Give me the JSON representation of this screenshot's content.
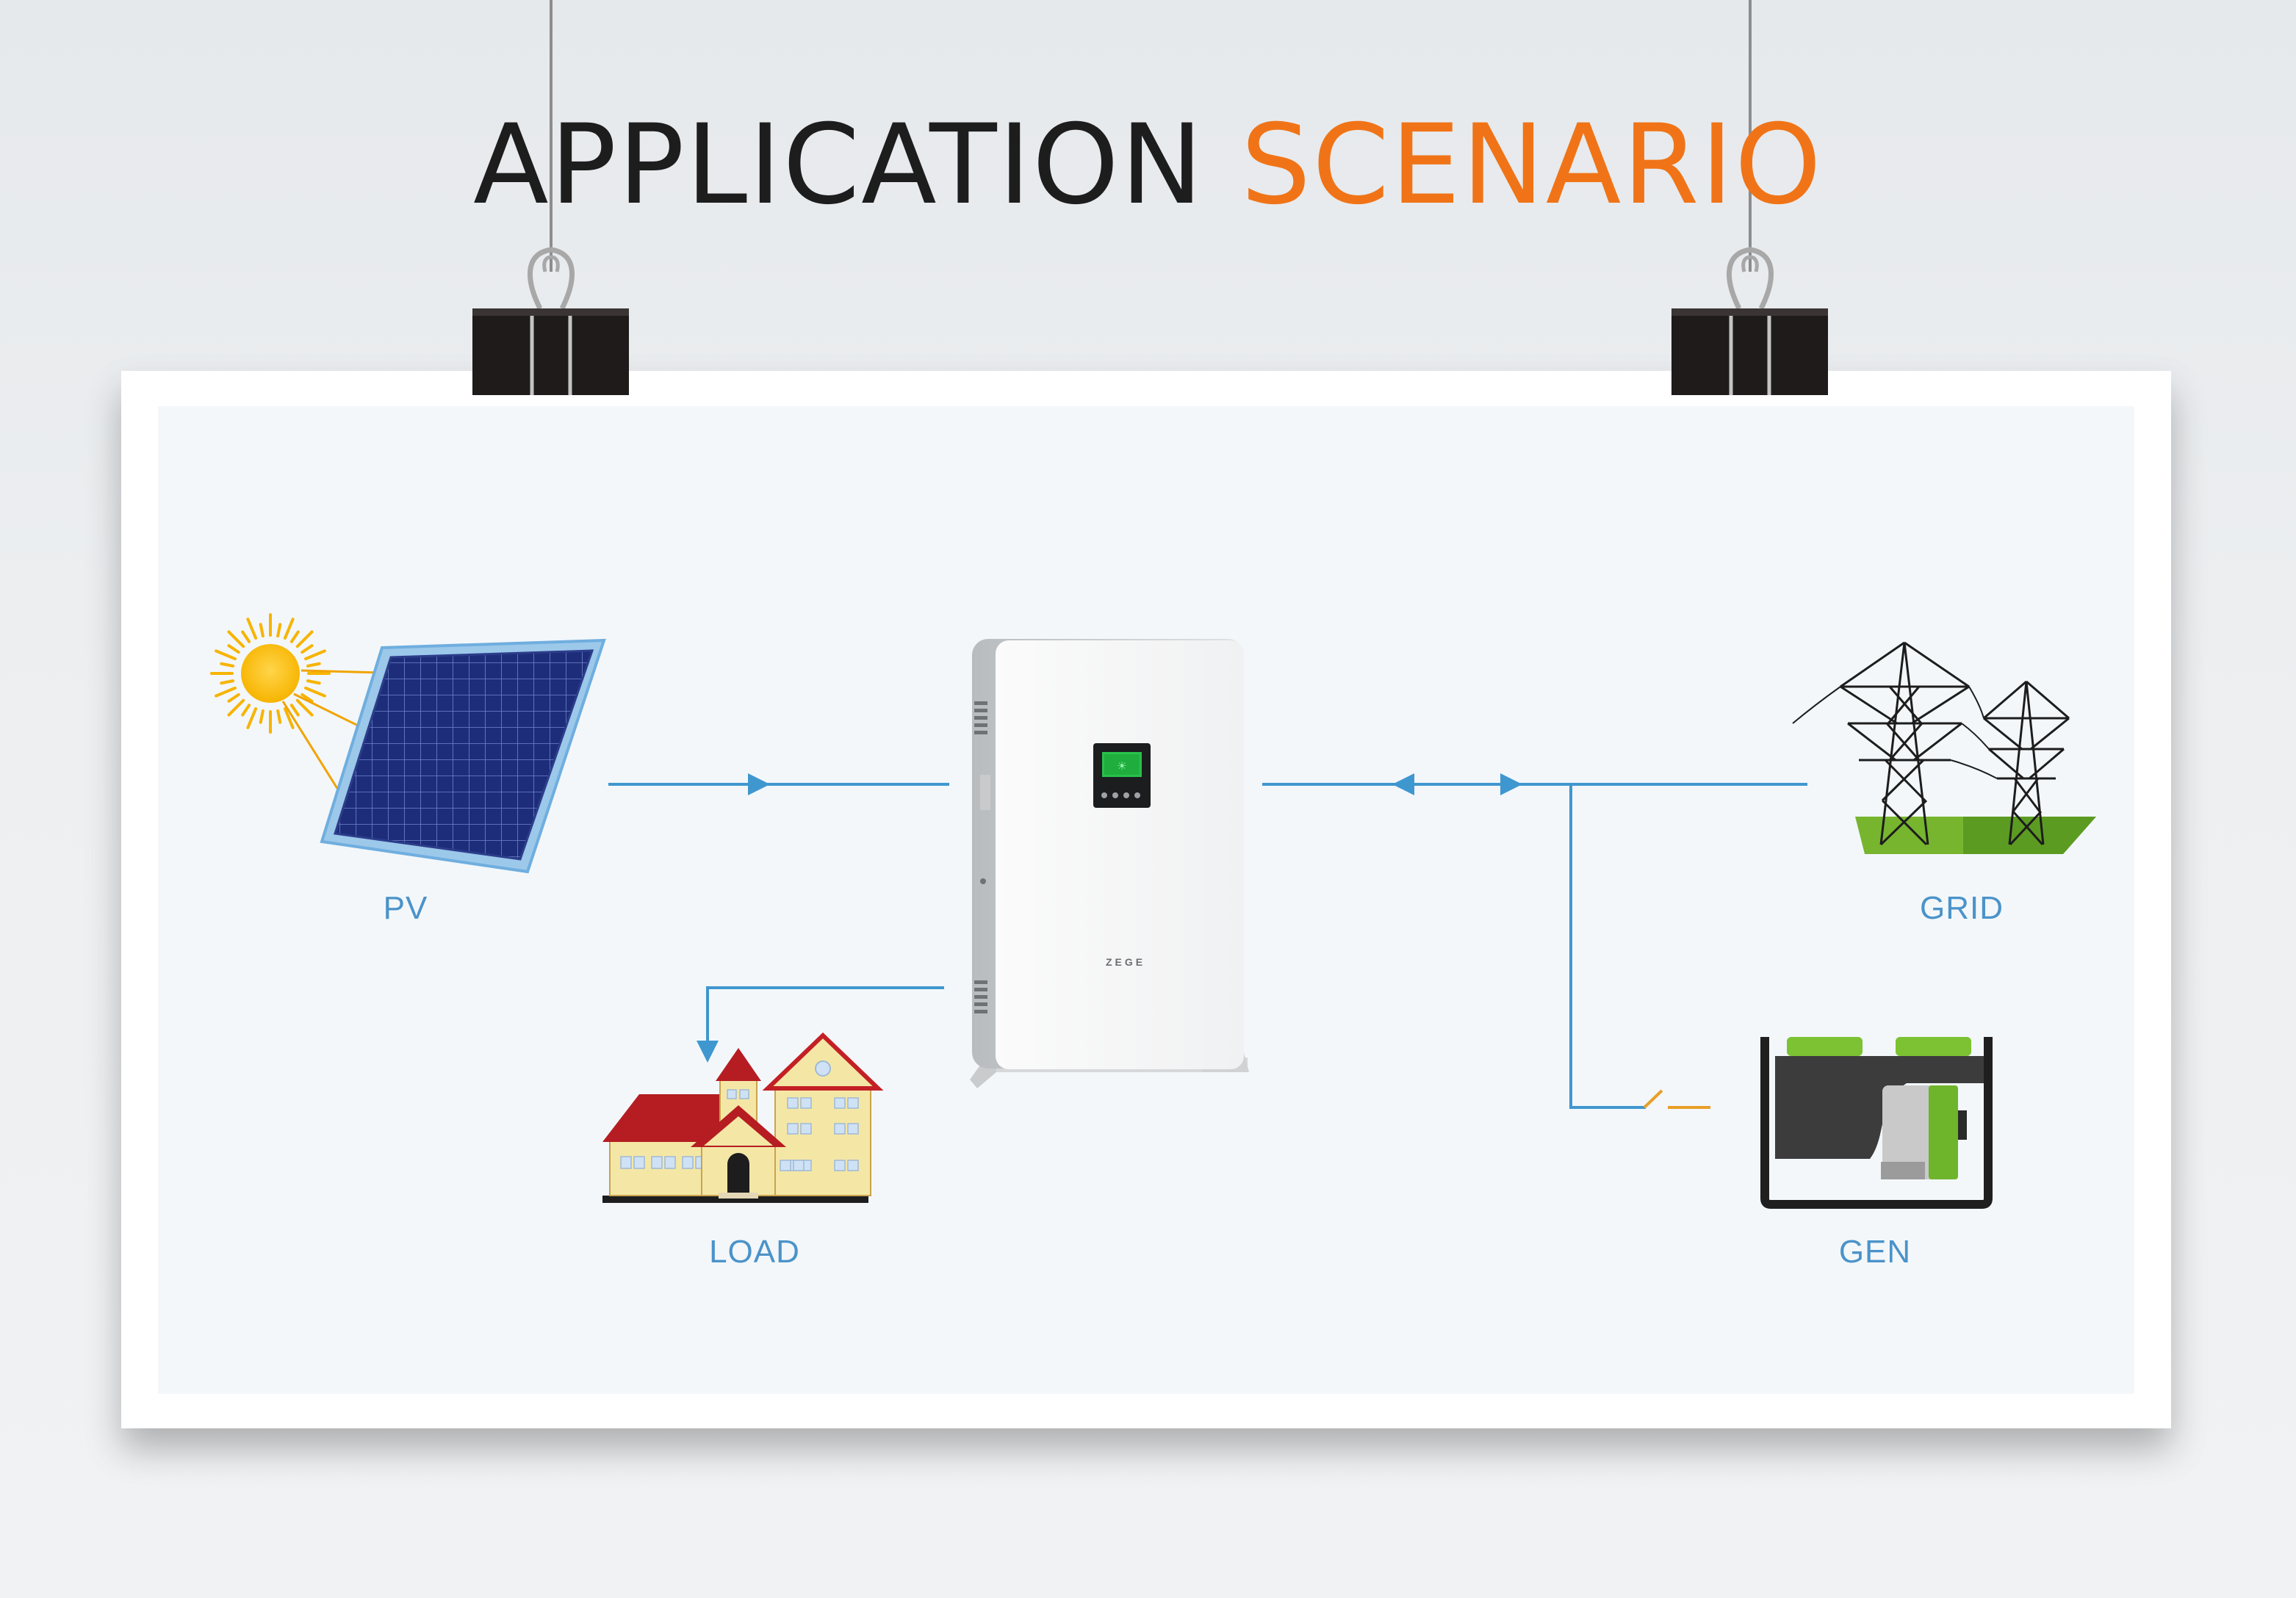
{
  "title": {
    "word1": "APPLICATION",
    "word2": "SCENARIO"
  },
  "labels": {
    "pv": "PV",
    "grid": "GRID",
    "load": "LOAD",
    "gen": "GEN"
  },
  "device": {
    "brand": "ZEGE"
  },
  "colors": {
    "title_dark": "#1d1d1d",
    "title_accent": "#f07417",
    "label_blue": "#4b93c9",
    "flow_line": "#3f97cf",
    "switch": "#e8a028"
  }
}
